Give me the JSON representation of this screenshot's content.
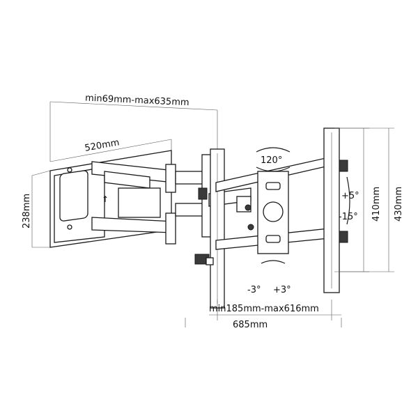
{
  "diagram": {
    "labels": {
      "arm_extension": "min69mm-max635mm",
      "wall_plate_width": "520mm",
      "wall_plate_height": "238mm",
      "swivel_angle": "120°",
      "tilt_up": "+5°",
      "tilt_down": "-15°",
      "inner_height": "410mm",
      "outer_height": "430mm",
      "rotate_left": "-3°",
      "rotate_right": "+3°",
      "vesa_range": "min185mm-max616mm",
      "bracket_width": "685mm"
    },
    "colors": {
      "line": "#1a1a1a",
      "dim_line": "#555555",
      "background": "#ffffff"
    }
  }
}
